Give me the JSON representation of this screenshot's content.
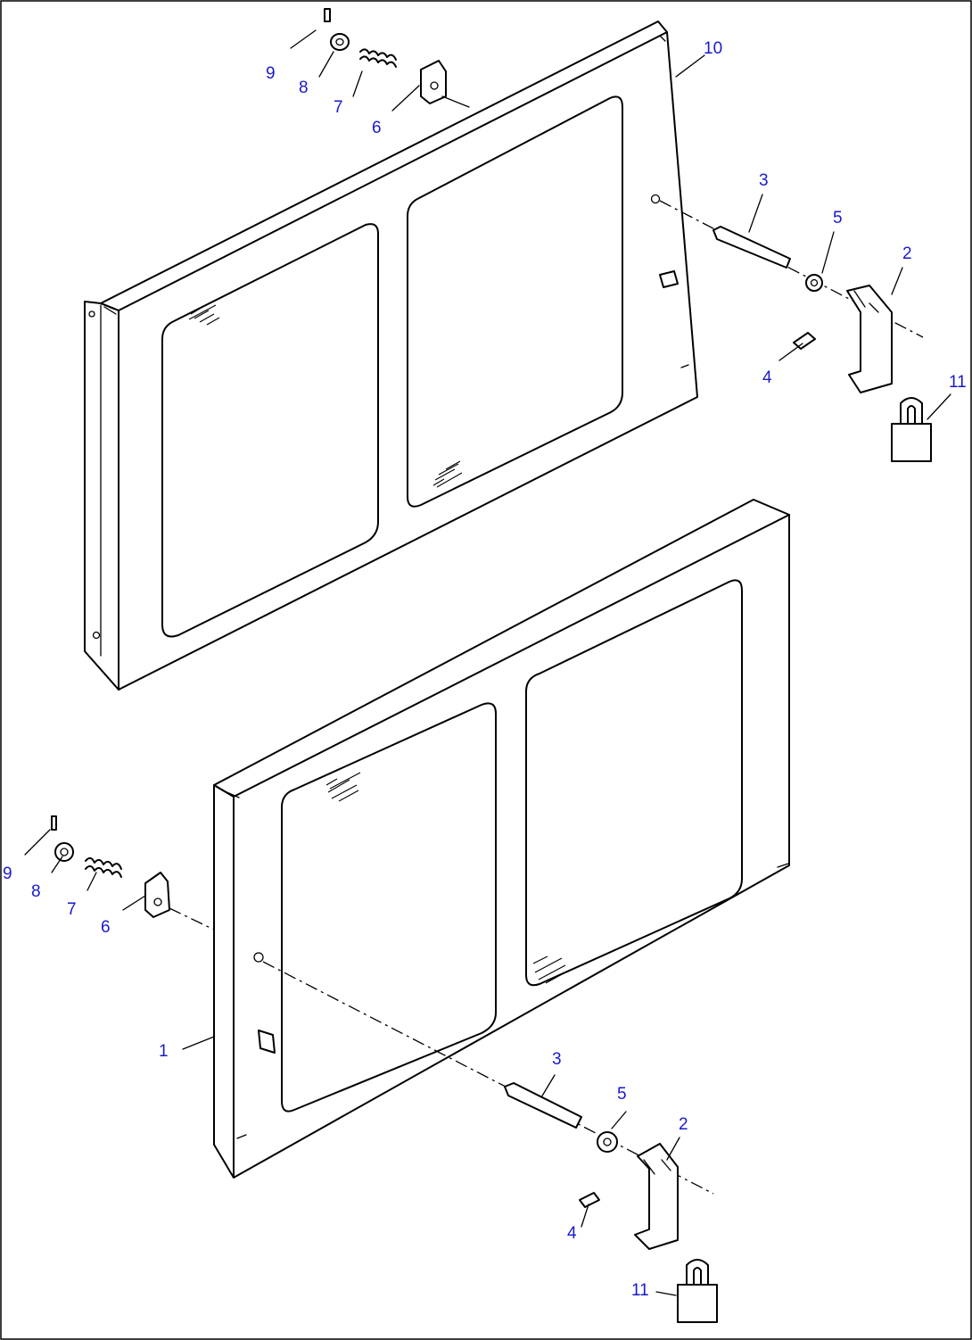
{
  "callouts": {
    "upper_window": {
      "c1": "9",
      "c2": "8",
      "c3": "7",
      "c4": "6",
      "c5": "10",
      "c6": "3",
      "c7": "5",
      "c8": "2",
      "c9": "4",
      "c10": "11"
    },
    "lower_window": {
      "c1": "9",
      "c2": "8",
      "c3": "7",
      "c4": "6",
      "c5": "1",
      "c6": "3",
      "c7": "5",
      "c8": "2",
      "c9": "4",
      "c10": "11"
    }
  },
  "colors": {
    "callout": "#1a1acc",
    "line": "#000000",
    "background": "#ffffff"
  }
}
